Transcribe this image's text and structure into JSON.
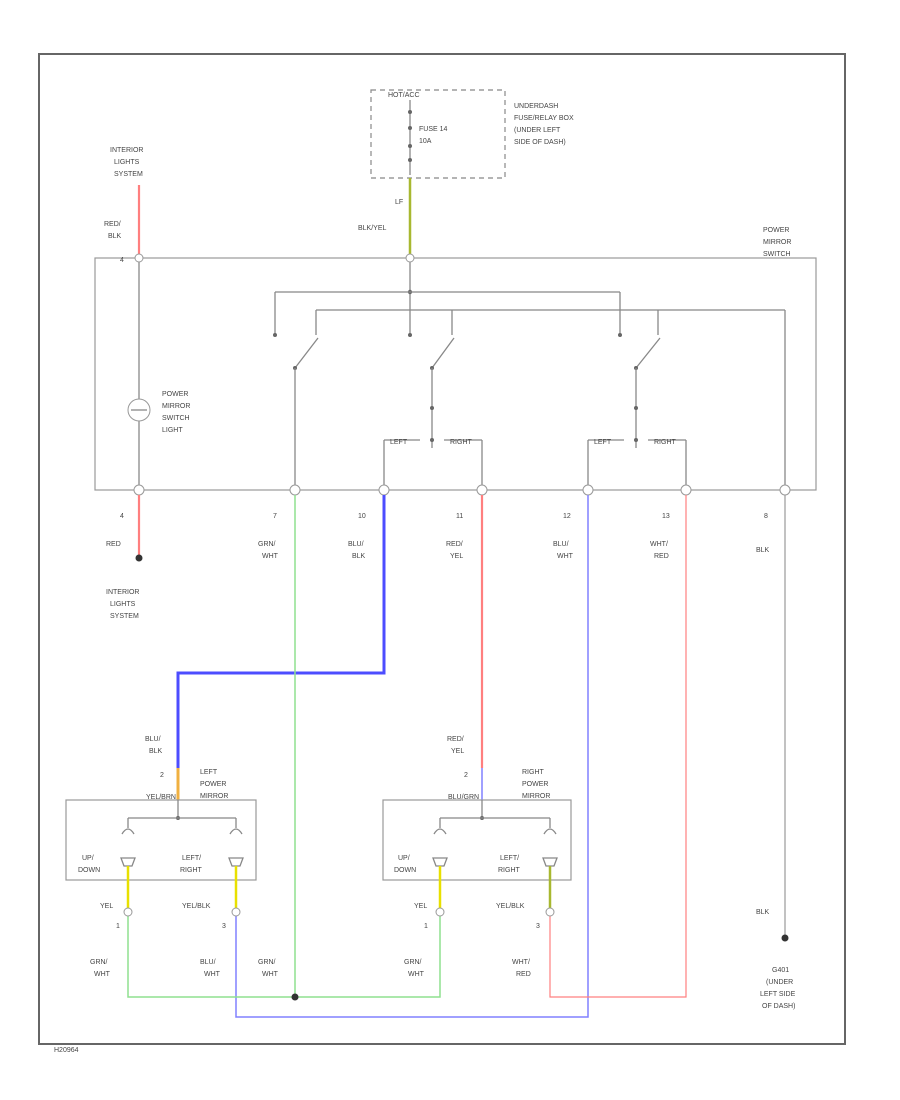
{
  "fuse_block": {
    "hot_label": "HOT/ACC",
    "fuse_line1": "FUSE 14",
    "fuse_line2": "10A",
    "location": [
      "UNDERDASH",
      "FUSE/RELAY BOX",
      "(UNDER LEFT",
      "SIDE OF DASH)"
    ]
  },
  "switch": {
    "name": [
      "POWER",
      "MIRROR",
      "SWITCH"
    ],
    "light": [
      "POWER",
      "MIRROR",
      "SWITCH",
      "LIGHT"
    ],
    "left_label": "LEFT",
    "right_label": "RIGHT",
    "top_pin_left": "4",
    "top_pin_lf": "LF"
  },
  "interior_top": [
    "INTERIOR",
    "LIGHTS",
    "SYSTEM"
  ],
  "interior_bottom": [
    "INTERIOR",
    "LIGHTS",
    "SYSTEM"
  ],
  "wires_top": {
    "red_blk": [
      "RED/",
      "BLK"
    ],
    "blu_yel": "BLK/YEL"
  },
  "pins": [
    {
      "num": "4",
      "color": [
        "RED"
      ]
    },
    {
      "num": "7",
      "color": [
        "GRN/",
        "WHT"
      ]
    },
    {
      "num": "10",
      "color": [
        "BLU/",
        "BLK"
      ]
    },
    {
      "num": "11",
      "color": [
        "RED/",
        "YEL"
      ]
    },
    {
      "num": "12",
      "color": [
        "BLU/",
        "WHT"
      ]
    },
    {
      "num": "13",
      "color": [
        "WHT/",
        "RED"
      ]
    },
    {
      "num": "8",
      "color": [
        "BLK"
      ]
    }
  ],
  "left_mirror": {
    "name": [
      "LEFT",
      "POWER",
      "MIRROR"
    ],
    "connector": "YEL/BRN",
    "in_wire": [
      "BLU/",
      "BLK"
    ],
    "in_pin": "2",
    "motor1": [
      "UP/",
      "DOWN"
    ],
    "motor2": [
      "LEFT/",
      "RIGHT"
    ],
    "out1_wire": "YEL",
    "out1_pin": "1",
    "out2_wire": "YEL/BLK",
    "out2_pin": "3",
    "bottom1": [
      "GRN/",
      "WHT"
    ],
    "bottom2": [
      "BLU/",
      "WHT"
    ],
    "bottom3": [
      "GRN/",
      "WHT"
    ]
  },
  "right_mirror": {
    "name": [
      "RIGHT",
      "POWER",
      "MIRROR"
    ],
    "connector": "BLU/GRN",
    "in_wire": [
      "RED/",
      "YEL"
    ],
    "in_pin": "2",
    "motor1": [
      "UP/",
      "DOWN"
    ],
    "motor2": [
      "LEFT/",
      "RIGHT"
    ],
    "out1_wire": "YEL",
    "out1_pin": "1",
    "out2_wire": "YEL/BLK",
    "out2_pin": "3",
    "bottom1": [
      "GRN/",
      "WHT"
    ],
    "bottom2": [
      "WHT/",
      "RED"
    ]
  },
  "ground": {
    "wire": "BLK",
    "label": [
      "G401",
      "(UNDER",
      "LEFT SIDE",
      "OF DASH)"
    ]
  },
  "diagram_id": "H20964"
}
